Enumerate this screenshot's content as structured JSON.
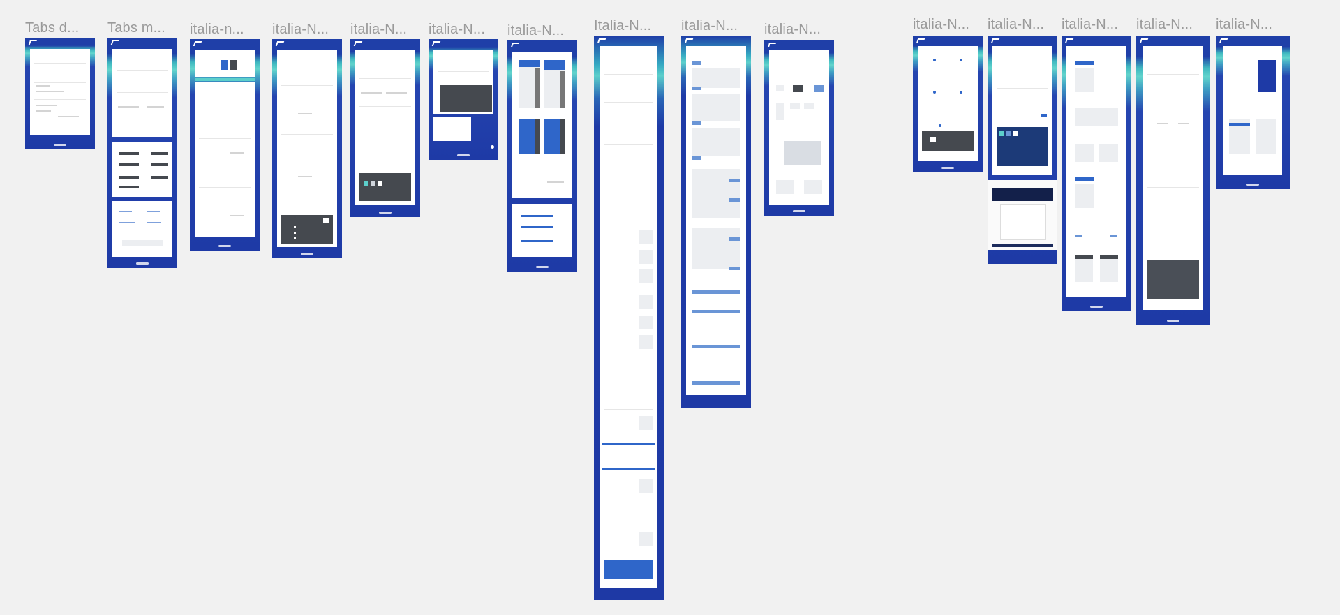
{
  "canvas": {
    "background": "#f1f1f1",
    "frame_color": "#1e3aa6",
    "accent_color": "#5ccfcb"
  },
  "frames": [
    {
      "label": "Tabs d..."
    },
    {
      "label": "Tabs m..."
    },
    {
      "label": "italia-n..."
    },
    {
      "label": "italia-N..."
    },
    {
      "label": "italia-N..."
    },
    {
      "label": "italia-N..."
    },
    {
      "label": "italia-N..."
    },
    {
      "label": "Italia-N..."
    },
    {
      "label": "italia-N..."
    },
    {
      "label": "italia-N..."
    },
    {
      "label": "italia-N..."
    },
    {
      "label": "Italia-N..."
    },
    {
      "label": "Italia-N..."
    },
    {
      "label": "Italia-N..."
    },
    {
      "label": "Italia-N..."
    }
  ],
  "labels_actual": [
    "Tabs d...",
    "Tabs m...",
    "italia-n...",
    "italia-N...",
    "italia-N...",
    "italia-N...",
    "italia-N...",
    "Italia-N...",
    "italia-N...",
    "italia-N...",
    "italia-N...",
    "italia-N...",
    "italia-N...",
    "italia-N...",
    "italia-N..."
  ]
}
